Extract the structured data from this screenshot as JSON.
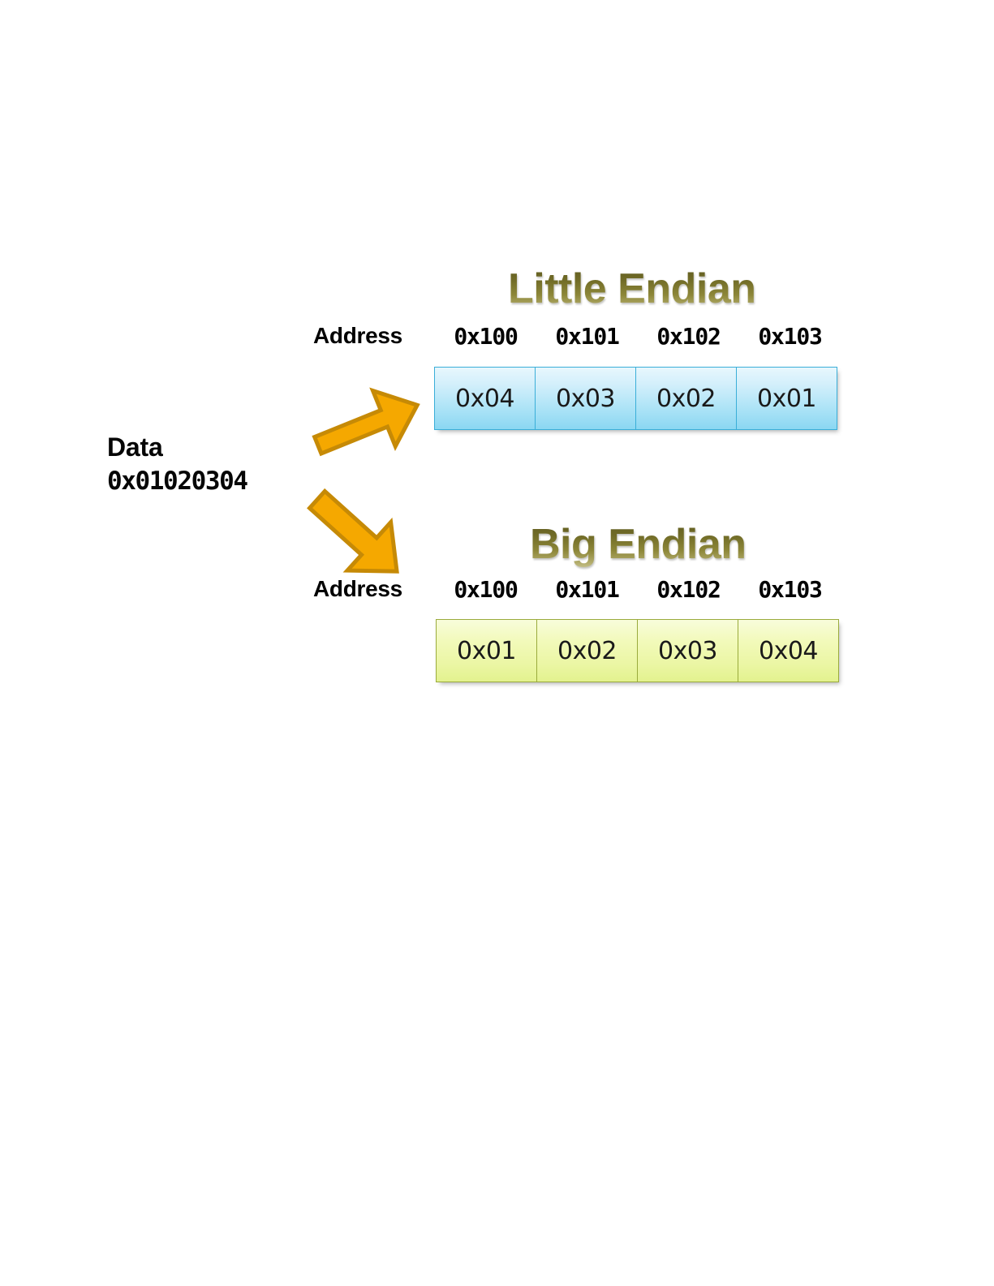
{
  "diagram": {
    "source": {
      "label": "Data",
      "value": "0x01020304"
    },
    "arrows": [
      {
        "name": "arrow-to-little-endian",
        "direction": "up-right"
      },
      {
        "name": "arrow-to-big-endian",
        "direction": "down-right"
      }
    ],
    "sections": [
      {
        "id": "little-endian",
        "title": "Little Endian",
        "address_label": "Address",
        "addresses": [
          "0x100",
          "0x101",
          "0x102",
          "0x103"
        ],
        "bytes": [
          "0x04",
          "0x03",
          "0x02",
          "0x01"
        ],
        "cell_fill_top": "#e8f7fd",
        "cell_fill_bottom": "#8ad7f2",
        "cell_border": "#3aaed8"
      },
      {
        "id": "big-endian",
        "title": "Big Endian",
        "address_label": "Address",
        "addresses": [
          "0x100",
          "0x101",
          "0x102",
          "0x103"
        ],
        "bytes": [
          "0x01",
          "0x02",
          "0x03",
          "0x04"
        ],
        "cell_fill_top": "#f8fcdb",
        "cell_fill_bottom": "#e3f28f",
        "cell_border": "#9aab3c"
      }
    ],
    "colors": {
      "title_gradient_dark": "#5d5a21",
      "title_gradient_light": "#c9c492",
      "arrow_fill": "#f5a800",
      "arrow_stroke": "#c68a06",
      "background": "#ffffff",
      "text": "#010101"
    }
  }
}
